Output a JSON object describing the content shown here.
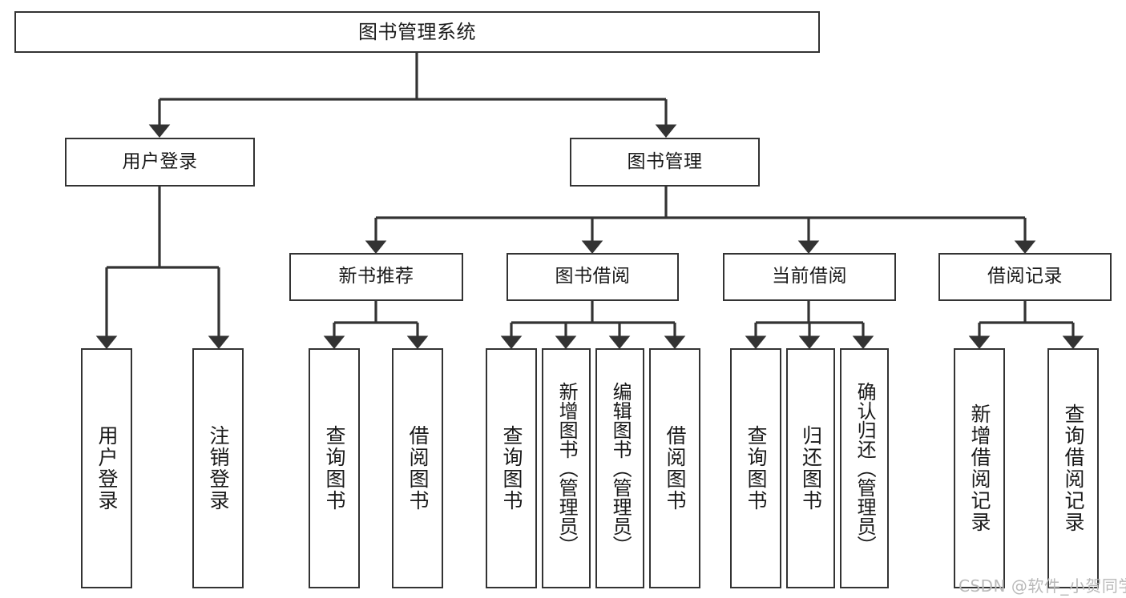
{
  "diagram": {
    "title": "图书管理系统",
    "type": "tree-hierarchy",
    "root": {
      "label": "图书管理系统",
      "children": [
        {
          "label": "用户登录",
          "children": [
            {
              "label": "用户登录"
            },
            {
              "label": "注销登录"
            }
          ]
        },
        {
          "label": "图书管理",
          "children": [
            {
              "label": "新书推荐",
              "children": [
                {
                  "label": "查询图书"
                },
                {
                  "label": "借阅图书"
                }
              ]
            },
            {
              "label": "图书借阅",
              "children": [
                {
                  "label": "查询图书"
                },
                {
                  "label": "新增图书（管理员）"
                },
                {
                  "label": "编辑图书（管理员）"
                },
                {
                  "label": "借阅图书"
                }
              ]
            },
            {
              "label": "当前借阅",
              "children": [
                {
                  "label": "查询图书"
                },
                {
                  "label": "归还图书"
                },
                {
                  "label": "确认归还（管理员）"
                }
              ]
            },
            {
              "label": "借阅记录",
              "children": [
                {
                  "label": "新增借阅记录"
                },
                {
                  "label": "查询借阅记录"
                }
              ]
            }
          ]
        }
      ]
    }
  },
  "nodes": {
    "root": "图书管理系统",
    "l2_user_login": "用户登录",
    "l2_book_mgmt": "图书管理",
    "l3_new_book_rec": "新书推荐",
    "l3_book_borrow": "图书借阅",
    "l3_current_borrow": "当前借阅",
    "l3_borrow_record": "借阅记录",
    "leaf_user_login": "用户登录",
    "leaf_logout": "注销登录",
    "leaf_rec_query": "查询图书",
    "leaf_rec_borrow": "借阅图书",
    "leaf_borrow_query": "查询图书",
    "leaf_borrow_add": "新增图书（管理员）",
    "leaf_borrow_edit": "编辑图书（管理员）",
    "leaf_borrow_borrow": "借阅图书",
    "leaf_cur_query": "查询图书",
    "leaf_cur_return": "归还图书",
    "leaf_cur_confirm": "确认归还（管理员）",
    "leaf_rec_add": "新增借阅记录",
    "leaf_rec_search": "查询借阅记录"
  },
  "watermark": {
    "text": "CSDN @软件_小贺同学"
  },
  "colors": {
    "border": "#333333",
    "background": "#ffffff",
    "text": "#1a1a1a",
    "watermark": "#b9b9b9"
  }
}
